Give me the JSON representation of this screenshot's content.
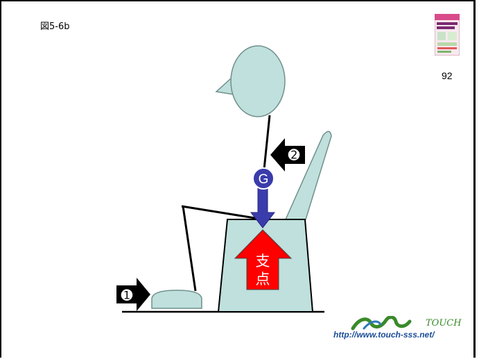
{
  "figure": {
    "label": "図5-6b",
    "page_number": "92"
  },
  "diagram": {
    "labels": {
      "center_of_gravity": "G",
      "step_one": "➊",
      "step_two": "➋",
      "fulcrum_char_1": "支",
      "fulcrum_char_2": "点"
    },
    "colors": {
      "body_fill": "#bfe0dc",
      "body_stroke": "#6f8f8b",
      "gravity_arrow": "#3a3cab",
      "fulcrum_arrow": "#ff0000",
      "push_arrow": "#000000"
    }
  },
  "footer": {
    "logo_word": "TOUCH",
    "url": "http://www.touch-sss.net/"
  }
}
